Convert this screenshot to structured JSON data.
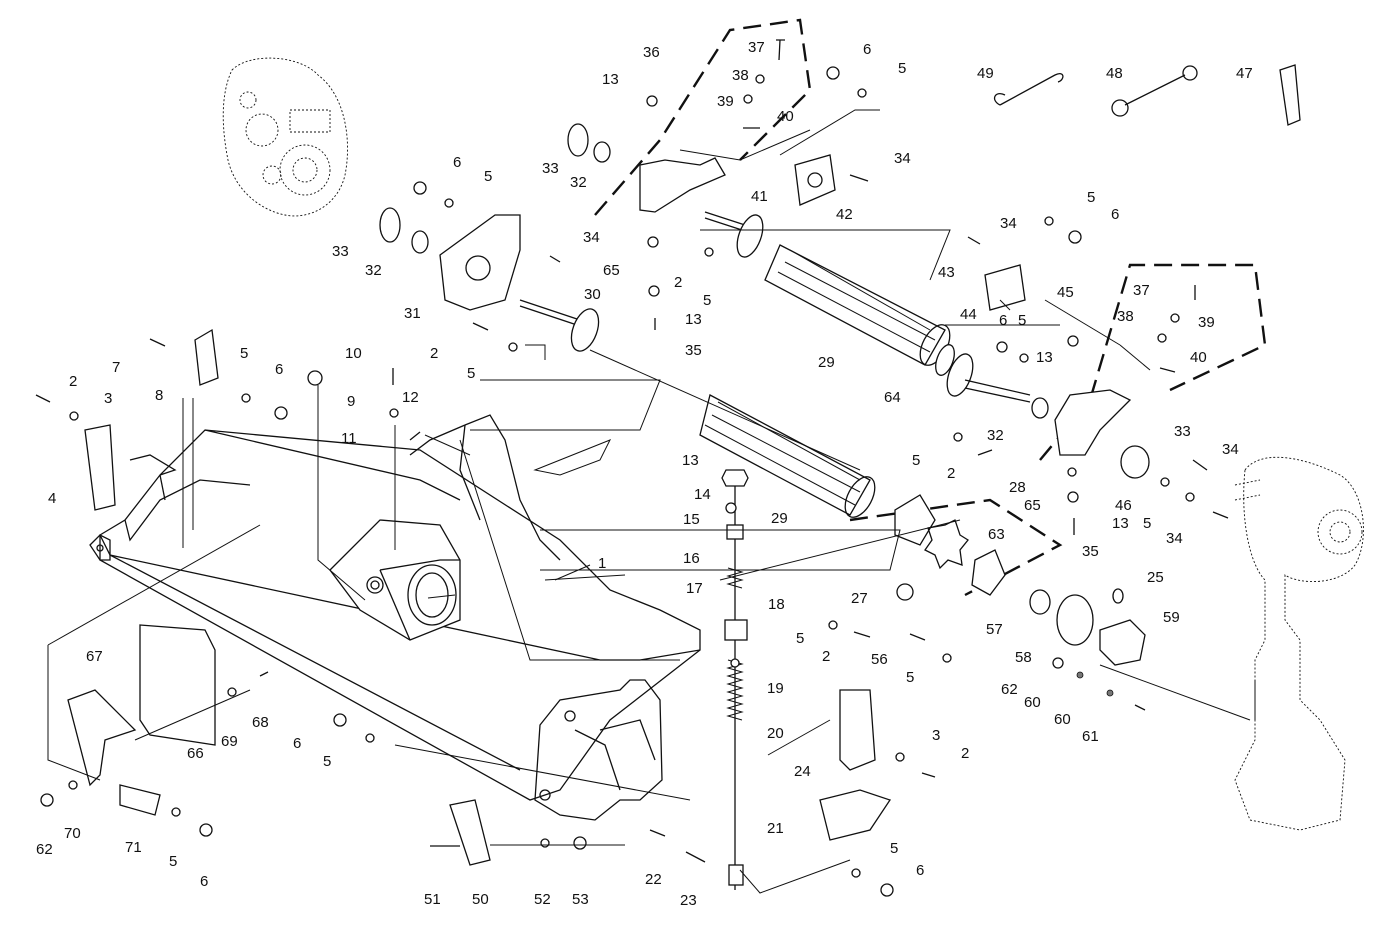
{
  "labels": [
    {
      "id": "p37a",
      "text": "37"
    },
    {
      "id": "p36",
      "text": "36"
    },
    {
      "id": "p6a",
      "text": "6"
    },
    {
      "id": "p5a",
      "text": "5"
    },
    {
      "id": "p49",
      "text": "49"
    },
    {
      "id": "p48",
      "text": "48"
    },
    {
      "id": "p47",
      "text": "47"
    },
    {
      "id": "p13a",
      "text": "13"
    },
    {
      "id": "p38a",
      "text": "38"
    },
    {
      "id": "p39a",
      "text": "39"
    },
    {
      "id": "p40a",
      "text": "40"
    },
    {
      "id": "p33a",
      "text": "33"
    },
    {
      "id": "p32a",
      "text": "32"
    },
    {
      "id": "p6b",
      "text": "6"
    },
    {
      "id": "p5b",
      "text": "5"
    },
    {
      "id": "p34a",
      "text": "34"
    },
    {
      "id": "p41",
      "text": "41"
    },
    {
      "id": "p42",
      "text": "42"
    },
    {
      "id": "p33b",
      "text": "33"
    },
    {
      "id": "p32b",
      "text": "32"
    },
    {
      "id": "p34b",
      "text": "34"
    },
    {
      "id": "p65a",
      "text": "65"
    },
    {
      "id": "p2a",
      "text": "2"
    },
    {
      "id": "p5c",
      "text": "5"
    },
    {
      "id": "p30",
      "text": "30"
    },
    {
      "id": "p31",
      "text": "31"
    },
    {
      "id": "p13b",
      "text": "13"
    },
    {
      "id": "p35a",
      "text": "35"
    },
    {
      "id": "p5d",
      "text": "5"
    },
    {
      "id": "p6c",
      "text": "6"
    },
    {
      "id": "p34c",
      "text": "34"
    },
    {
      "id": "p43",
      "text": "43"
    },
    {
      "id": "p45",
      "text": "45"
    },
    {
      "id": "p37b",
      "text": "37"
    },
    {
      "id": "p38b",
      "text": "38"
    },
    {
      "id": "p39b",
      "text": "39"
    },
    {
      "id": "p40b",
      "text": "40"
    },
    {
      "id": "p2b",
      "text": "2"
    },
    {
      "id": "p5e",
      "text": "5"
    },
    {
      "id": "p29a",
      "text": "29"
    },
    {
      "id": "p44",
      "text": "44"
    },
    {
      "id": "p6d",
      "text": "6"
    },
    {
      "id": "p5f",
      "text": "5"
    },
    {
      "id": "p13c",
      "text": "13"
    },
    {
      "id": "p7",
      "text": "7"
    },
    {
      "id": "p5g",
      "text": "5"
    },
    {
      "id": "p6e",
      "text": "6"
    },
    {
      "id": "p10",
      "text": "10"
    },
    {
      "id": "p8",
      "text": "8"
    },
    {
      "id": "p9",
      "text": "9"
    },
    {
      "id": "p2c",
      "text": "2"
    },
    {
      "id": "p3a",
      "text": "3"
    },
    {
      "id": "p12",
      "text": "12"
    },
    {
      "id": "p11",
      "text": "11"
    },
    {
      "id": "p64",
      "text": "64"
    },
    {
      "id": "p32c",
      "text": "32"
    },
    {
      "id": "p33c",
      "text": "33"
    },
    {
      "id": "p4",
      "text": "4"
    },
    {
      "id": "p5h",
      "text": "5"
    },
    {
      "id": "p2d",
      "text": "2"
    },
    {
      "id": "p13d",
      "text": "13"
    },
    {
      "id": "p14",
      "text": "14"
    },
    {
      "id": "p34d",
      "text": "34"
    },
    {
      "id": "p28",
      "text": "28"
    },
    {
      "id": "p65b",
      "text": "65"
    },
    {
      "id": "p46",
      "text": "46"
    },
    {
      "id": "p15",
      "text": "15"
    },
    {
      "id": "p29b",
      "text": "29"
    },
    {
      "id": "p13e",
      "text": "13"
    },
    {
      "id": "p5i",
      "text": "5"
    },
    {
      "id": "p34e",
      "text": "34"
    },
    {
      "id": "p63",
      "text": "63"
    },
    {
      "id": "p35b",
      "text": "35"
    },
    {
      "id": "p16",
      "text": "16"
    },
    {
      "id": "p1",
      "text": "1"
    },
    {
      "id": "p17",
      "text": "17"
    },
    {
      "id": "p25",
      "text": "25"
    },
    {
      "id": "p27",
      "text": "27"
    },
    {
      "id": "p18",
      "text": "18"
    },
    {
      "id": "p57",
      "text": "57"
    },
    {
      "id": "p59",
      "text": "59"
    },
    {
      "id": "p5j",
      "text": "5"
    },
    {
      "id": "p2e",
      "text": "2"
    },
    {
      "id": "p56",
      "text": "56"
    },
    {
      "id": "p58",
      "text": "58"
    },
    {
      "id": "p67",
      "text": "67"
    },
    {
      "id": "p5k",
      "text": "5"
    },
    {
      "id": "p62a",
      "text": "62"
    },
    {
      "id": "p60a",
      "text": "60"
    },
    {
      "id": "p19",
      "text": "19"
    },
    {
      "id": "p68",
      "text": "68"
    },
    {
      "id": "p69",
      "text": "69"
    },
    {
      "id": "p60b",
      "text": "60"
    },
    {
      "id": "p20",
      "text": "20"
    },
    {
      "id": "p61",
      "text": "61"
    },
    {
      "id": "p3b",
      "text": "3"
    },
    {
      "id": "p6f",
      "text": "6"
    },
    {
      "id": "p66",
      "text": "66"
    },
    {
      "id": "p5l",
      "text": "5"
    },
    {
      "id": "p24",
      "text": "24"
    },
    {
      "id": "p2f",
      "text": "2"
    },
    {
      "id": "p21",
      "text": "21"
    },
    {
      "id": "p62b",
      "text": "62"
    },
    {
      "id": "p70",
      "text": "70"
    },
    {
      "id": "p71",
      "text": "71"
    },
    {
      "id": "p5m",
      "text": "5"
    },
    {
      "id": "p6g",
      "text": "6"
    },
    {
      "id": "p22",
      "text": "22"
    },
    {
      "id": "p5n",
      "text": "5"
    },
    {
      "id": "p6h",
      "text": "6"
    },
    {
      "id": "p51",
      "text": "51"
    },
    {
      "id": "p50",
      "text": "50"
    },
    {
      "id": "p52",
      "text": "52"
    },
    {
      "id": "p53",
      "text": "53"
    },
    {
      "id": "p23",
      "text": "23"
    }
  ]
}
